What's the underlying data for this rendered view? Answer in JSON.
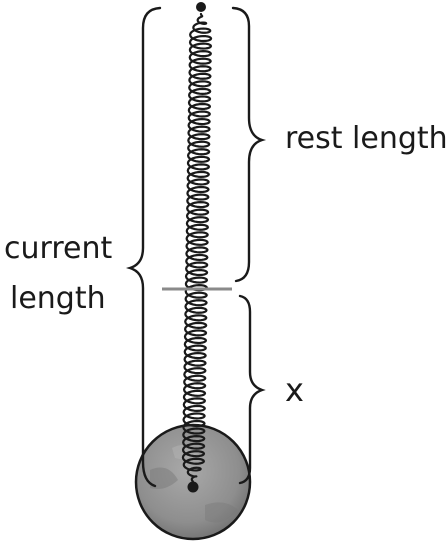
{
  "labels": {
    "rest_length": "rest length",
    "current_length_line1": "current",
    "current_length_line2": "length",
    "displacement": "x"
  },
  "colors": {
    "ink": "#1a1a1a",
    "rest_marker": "#8a8a8a",
    "bob_fill": "#8e8e8e",
    "bob_shadow": "#6f6f6f"
  },
  "icons": {
    "anchor": "anchor-point-icon",
    "bob": "bob-mass-icon"
  }
}
